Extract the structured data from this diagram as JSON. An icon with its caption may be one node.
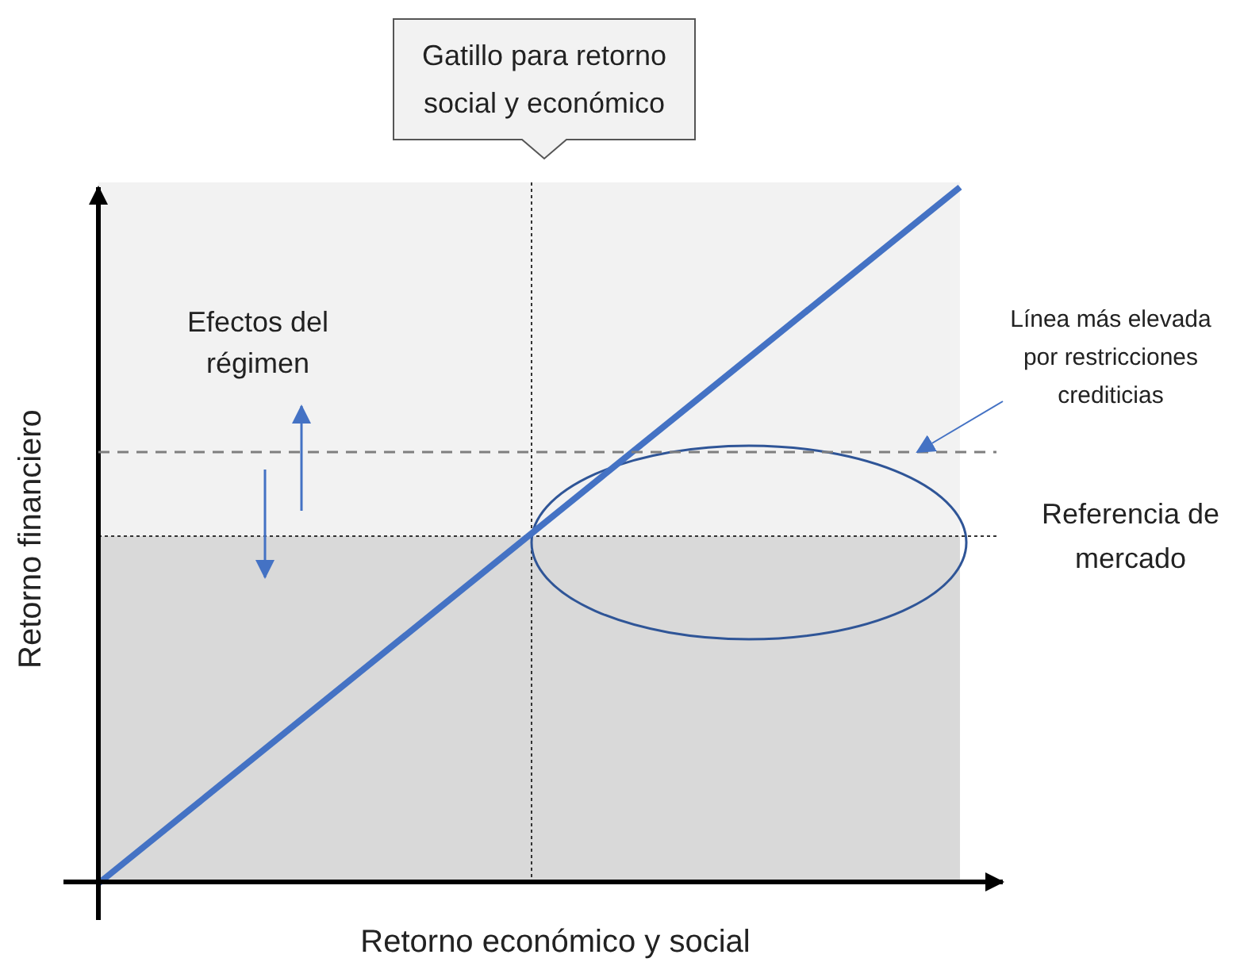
{
  "diagram": {
    "nodes": [
      {
        "text": [
          "Gatillo para retorno social y económico"
        ]
      },
      {
        "text": [
          "Línea más elevada por restricciones crediticias"
        ]
      },
      {
        "text": [],
        "shape": "line"
      }
    ],
    "edges": [
      {
        "from": 1,
        "to": 2,
        "arrow": "to"
      }
    ],
    "labels": [
      "Efectos del régimen",
      "Referencia de mercado",
      "Retorno financiero",
      "Retorno económico y social"
    ]
  }
}
